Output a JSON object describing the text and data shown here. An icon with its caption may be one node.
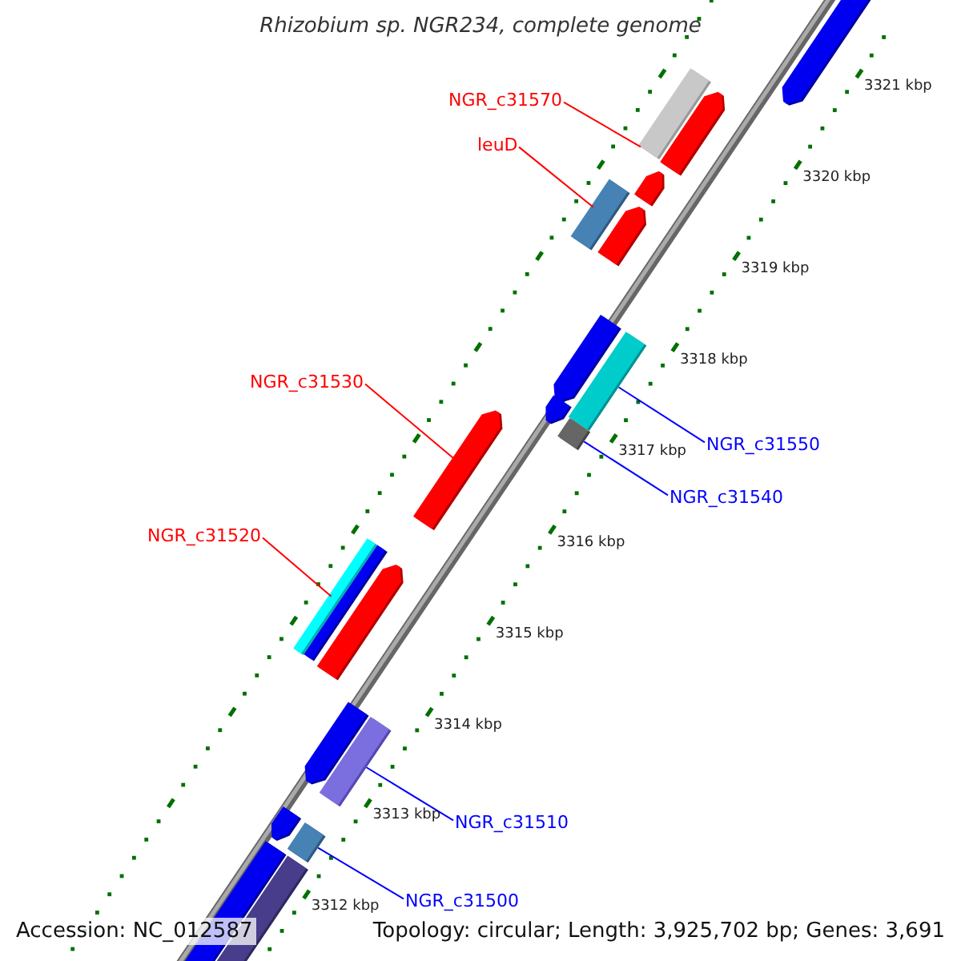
{
  "diagram": {
    "title": "Rhizobium sp. NGR234, complete genome",
    "nodes": [
      {
        "text": [
          "NGR_c31570"
        ]
      },
      {
        "text": [
          "leuD"
        ]
      },
      {
        "text": [
          "NGR_c31530"
        ]
      },
      {
        "text": [
          "NGR_c31550"
        ]
      },
      {
        "text": [
          "NGR_c31540"
        ]
      },
      {
        "text": [
          "NGR_c31520"
        ]
      },
      {
        "text": [
          "NGR_c31510"
        ]
      },
      {
        "text": [
          "NGR_c31500"
        ]
      },
      {
        "text": [],
        "shape": "bar"
      },
      {
        "text": [],
        "shape": "bar"
      },
      {
        "text": [],
        "shape": "bar"
      },
      {
        "text": [],
        "shape": "bar"
      },
      {
        "text": [],
        "shape": "bar"
      },
      {
        "text": [],
        "shape": "bar"
      },
      {
        "text": [],
        "shape": "bar"
      },
      {
        "text": [],
        "shape": "bar"
      },
      {
        "text": [],
        "shape": "bar"
      },
      {
        "text": [],
        "shape": "bar"
      },
      {
        "text": [],
        "shape": "bar"
      },
      {
        "text": [],
        "shape": "bar"
      },
      {
        "text": [],
        "shape": "bar"
      },
      {
        "text": [],
        "shape": "bar"
      },
      {
        "text": [],
        "shape": "bar"
      },
      {
        "text": [],
        "shape": "bar"
      },
      {
        "text": [],
        "shape": "bar"
      },
      {
        "text": [],
        "shape": "bar"
      },
      {
        "text": [],
        "shape": "bar"
      },
      {
        "text": [],
        "shape": "bar"
      }
    ],
    "edges": [
      {
        "from": 0,
        "to": 9,
        "arrow": "none",
        "color": "#ff0000"
      },
      {
        "from": 1,
        "to": 12,
        "arrow": "none",
        "color": "#ff0000"
      },
      {
        "from": 2,
        "to": 18,
        "arrow": "none",
        "color": "#ff0000"
      },
      {
        "from": 3,
        "to": 16,
        "arrow": "none",
        "color": "#0000ff"
      },
      {
        "from": 4,
        "to": 17,
        "arrow": "none",
        "color": "#0000ff"
      },
      {
        "from": 5,
        "to": 19,
        "arrow": "none",
        "color": "#ff0000"
      },
      {
        "from": 6,
        "to": 23,
        "arrow": "none",
        "color": "#0000ff"
      },
      {
        "from": 7,
        "to": 25,
        "arrow": "none",
        "color": "#0000ff"
      }
    ],
    "labels": [
      "3321 kbp",
      "3320 kbp",
      "3319 kbp",
      "3318 kbp",
      "3317 kbp",
      "3316 kbp",
      "3315 kbp",
      "3314 kbp",
      "3313 kbp",
      "3312 kbp",
      "Accession: NC_012587",
      "Topology: circular; Length: 3,925,702 bp; Genes: 3,691"
    ]
  }
}
